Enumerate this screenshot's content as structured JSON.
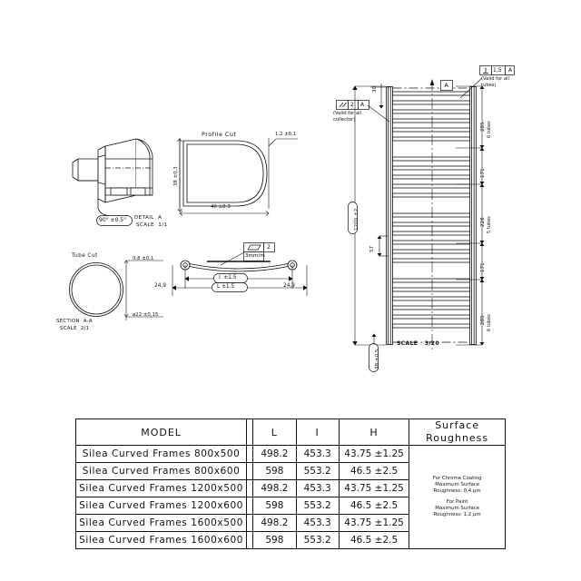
{
  "drawing": {
    "title": "Silea Curved Frames technical drawing",
    "detail_a": {
      "angle": "90° ±0.5°",
      "label": "DETAIL  A",
      "scale": "SCALE  1/1"
    },
    "profile_cut": {
      "title": "Profile Cut",
      "wall": "1,2 ±0,1",
      "height": "38 ±0,3",
      "width": "40 ±0.3"
    },
    "tube_cut": {
      "title": "Tube Cut",
      "thickness": "0,8 ±0,1",
      "diameter": "ø22 ±0,15",
      "section": "SECTION  A-A",
      "scale": "SCALE  2/1"
    },
    "curved_tube": {
      "straightness": "3mm/m",
      "tolerance_box": "2",
      "dim_inner": "I  ±1.5",
      "dim_outer": "L ±1.5",
      "left_offset": "24,9",
      "right_offset": "24,9"
    },
    "front_view": {
      "scale": "SCALE   3/20",
      "total_height": "1200 ±2",
      "top_gap": "30",
      "mid_gap": "57",
      "bottom_depth": "38 ±0,5",
      "datum_label": "A",
      "gdt_perp": {
        "symbol": "⊥",
        "value": "1,5",
        "datum": "A",
        "note": "(Valid for all\ntubes)"
      },
      "gdt_par": {
        "symbol": "//",
        "value": "2",
        "datum": "A",
        "note": "(Valid for all\ncollector)"
      },
      "right_dims": [
        {
          "value": "285",
          "note": "6 tubes"
        },
        {
          "value": "171",
          "note": ""
        },
        {
          "value": "228",
          "note": "5 tubes"
        },
        {
          "value": "171",
          "note": ""
        },
        {
          "value": "285",
          "note": "6 tubes"
        }
      ]
    }
  },
  "table": {
    "headers": {
      "model": "MODEL",
      "l": "L",
      "i": "I",
      "h": "H",
      "surface_roughness": "Surface\nRoughness"
    },
    "rows": [
      {
        "model": "Silea Curved Frames  800x500",
        "l": "498.2",
        "i": "453.3",
        "h": "43.75  ±1.25"
      },
      {
        "model": "Silea Curved Frames  800x600",
        "l": "598",
        "i": "553.2",
        "h": "46.5  ±2.5"
      },
      {
        "model": "Silea Curved Frames  1200x500",
        "l": "498.2",
        "i": "453.3",
        "h": "43.75  ±1.25"
      },
      {
        "model": "Silea Curved Frames  1200x600",
        "l": "598",
        "i": "553.2",
        "h": "46.5  ±2.5"
      },
      {
        "model": "Silea Curved Frames  1600x500",
        "l": "498.2",
        "i": "453.3",
        "h": "43.75  ±1.25"
      },
      {
        "model": "Silea Curved Frames  1600x600",
        "l": "598",
        "i": "553.2",
        "h": "46.5  ±2.5"
      }
    ],
    "surface_roughness": {
      "chrome_line1": "For Chrome Coating",
      "chrome_line2": "Maximum Surface",
      "chrome_line3": "Roughness: 0,4 µm",
      "paint_line1": "For Paint",
      "paint_line2": "Maximum Surface",
      "paint_line3": "Roughness: 1,2 µm"
    }
  },
  "colors": {
    "line": "#111111",
    "background": "#ffffff"
  }
}
